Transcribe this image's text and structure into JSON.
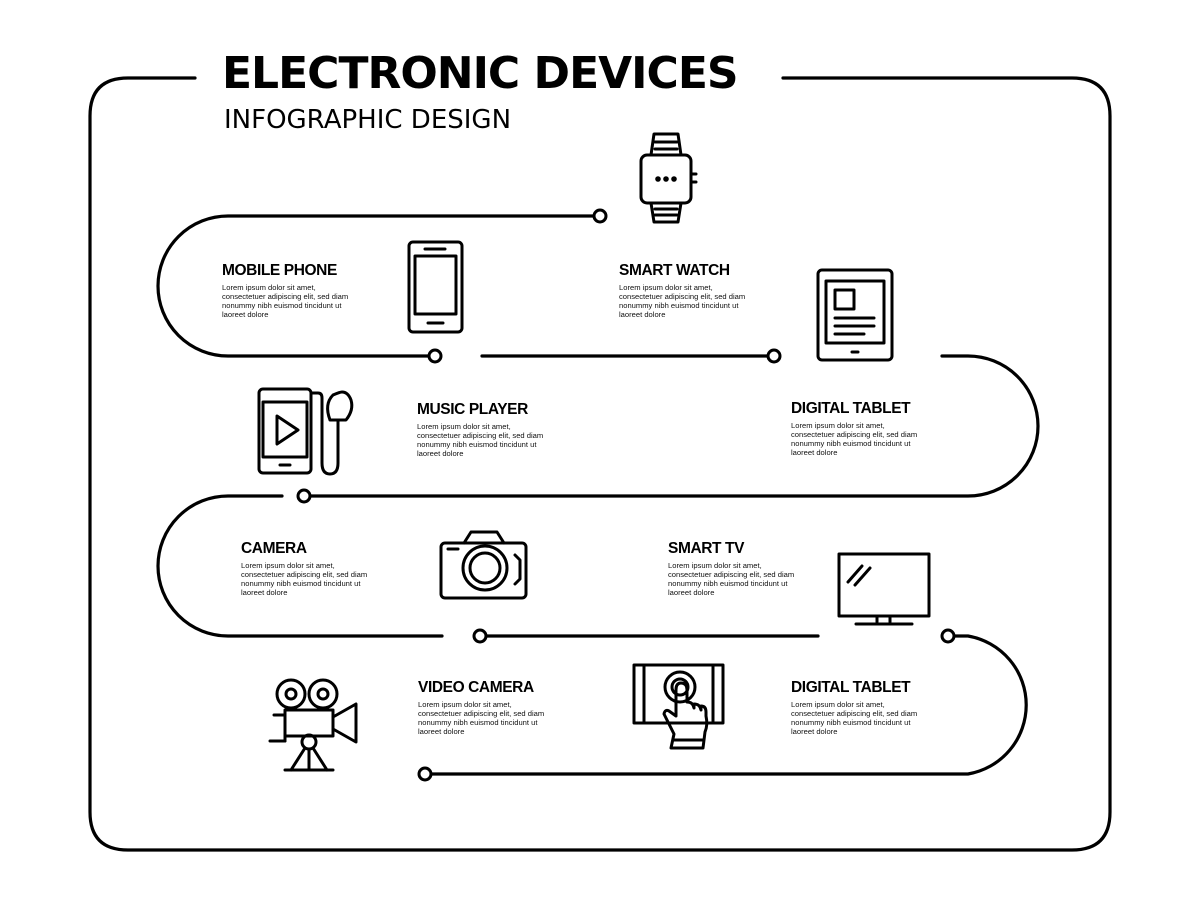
{
  "header": {
    "title": "ELECTRONIC DEVICES",
    "subtitle": "INFOGRAPHIC DESIGN"
  },
  "items": [
    {
      "title": "MOBILE PHONE",
      "icon": "mobile-phone-icon",
      "body": [
        "Lorem ipsum dolor sit amet,",
        "consectetuer adipiscing elit, sed diam",
        "nonummy nibh euismod tincidunt ut",
        "laoreet dolore"
      ]
    },
    {
      "title": "SMART WATCH",
      "icon": "smart-watch-icon",
      "body": [
        "Lorem ipsum dolor sit amet,",
        "consectetuer adipiscing elit, sed diam",
        "nonummy nibh euismod tincidunt ut",
        "laoreet dolore"
      ]
    },
    {
      "title": "MUSIC PLAYER",
      "icon": "music-player-icon",
      "body": [
        "Lorem ipsum dolor sit amet,",
        "consectetuer adipiscing elit, sed diam",
        "nonummy nibh euismod tincidunt ut",
        "laoreet dolore"
      ]
    },
    {
      "title": "DIGITAL TABLET",
      "icon": "e-reader-tablet-icon",
      "body": [
        "Lorem ipsum dolor sit amet,",
        "consectetuer adipiscing elit, sed diam",
        "nonummy nibh euismod tincidunt ut",
        "laoreet dolore"
      ]
    },
    {
      "title": "CAMERA",
      "icon": "camera-icon",
      "body": [
        "Lorem ipsum dolor sit amet,",
        "consectetuer adipiscing elit, sed diam",
        "nonummy nibh euismod tincidunt ut",
        "laoreet dolore"
      ]
    },
    {
      "title": "SMART TV",
      "icon": "smart-tv-icon",
      "body": [
        "Lorem ipsum dolor sit amet,",
        "consectetuer adipiscing elit, sed diam",
        "nonummy nibh euismod tincidunt ut",
        "laoreet dolore"
      ]
    },
    {
      "title": "VIDEO CAMERA",
      "icon": "video-camera-icon",
      "body": [
        "Lorem ipsum dolor sit amet,",
        "consectetuer adipiscing elit, sed diam",
        "nonummy nibh euismod tincidunt ut",
        "laoreet dolore"
      ]
    },
    {
      "title": "DIGITAL TABLET",
      "icon": "touch-screen-tablet-icon",
      "body": [
        "Lorem ipsum dolor sit amet,",
        "consectetuer adipiscing elit, sed diam",
        "nonummy nibh euismod tincidunt ut",
        "laoreet dolore"
      ]
    }
  ]
}
